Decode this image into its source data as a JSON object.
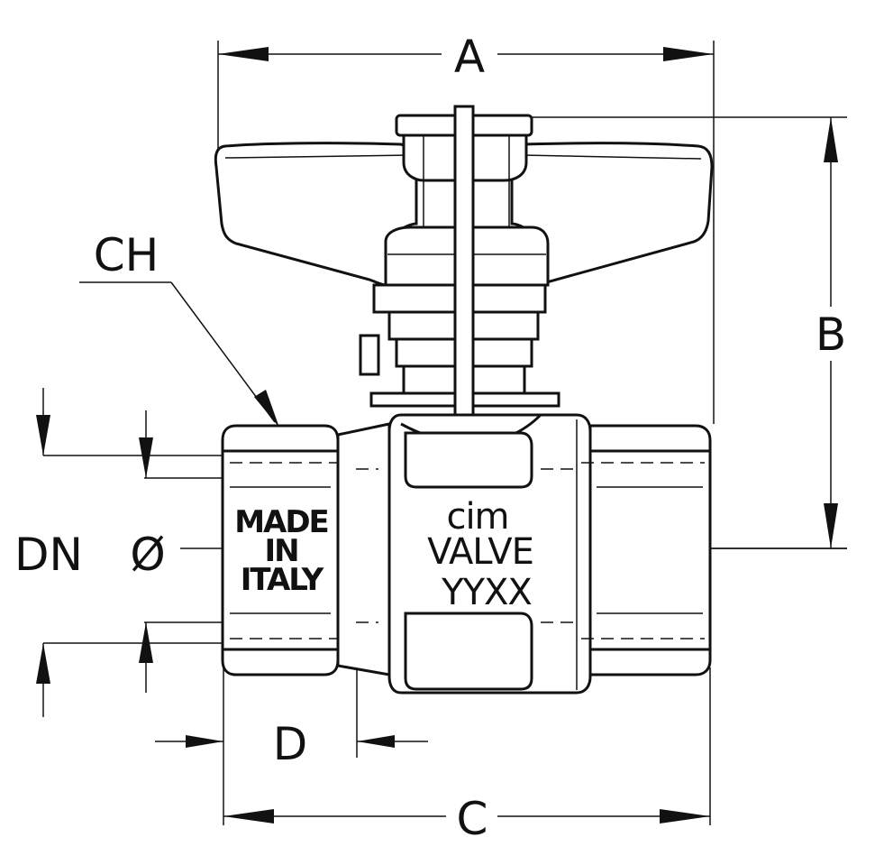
{
  "dimensions": {
    "a": "A",
    "b": "B",
    "c": "C",
    "d": "D",
    "ch": "CH",
    "dn": "DN",
    "dia": "Ø"
  },
  "hex_marking": {
    "line1": "MADE",
    "line2": "IN",
    "line3": "ITALY"
  },
  "body_marking": {
    "brand": "cim",
    "line1": "VALVE",
    "line2": "YYXX"
  }
}
